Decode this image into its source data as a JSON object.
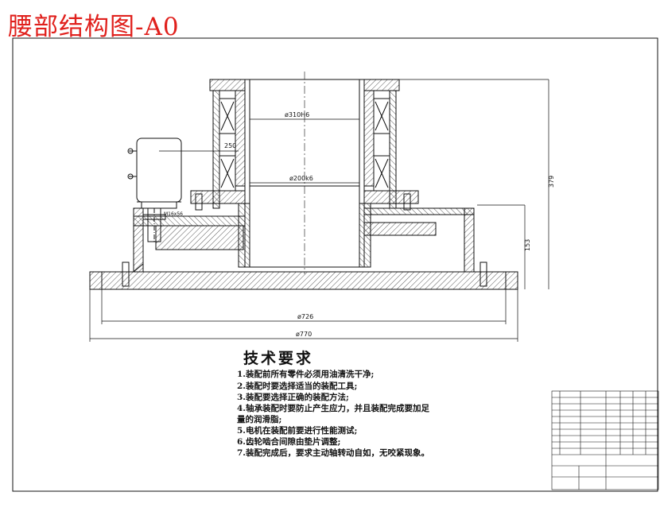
{
  "drawing": {
    "title": "腰部结构图-A0",
    "dimensions": {
      "bore_top": "ø310H6",
      "bore_bottom": "ø200k6",
      "motor_offset": "250",
      "height_total": "379",
      "height_lower": "153",
      "base_inner": "ø726",
      "base_outer": "ø770",
      "motor_label": "M16x56"
    },
    "requirements": {
      "heading": "技术要求",
      "items": [
        "1.装配前所有零件必须用油清洗干净;",
        "2.装配时要选择适当的装配工具;",
        "3.装配要选择正确的装配方法;",
        "4.轴承装配时要防止产生应力，并且装配完成要加足",
        "量的润滑脂;",
        "5.电机在装配前要进行性能测试;",
        "6.齿轮啮合间隙由垫片调整;",
        "7.装配完成后，要求主动轴转动自如，无咬紧现象。"
      ]
    },
    "colors": {
      "title": "#e0201c",
      "line": "#111111"
    }
  }
}
